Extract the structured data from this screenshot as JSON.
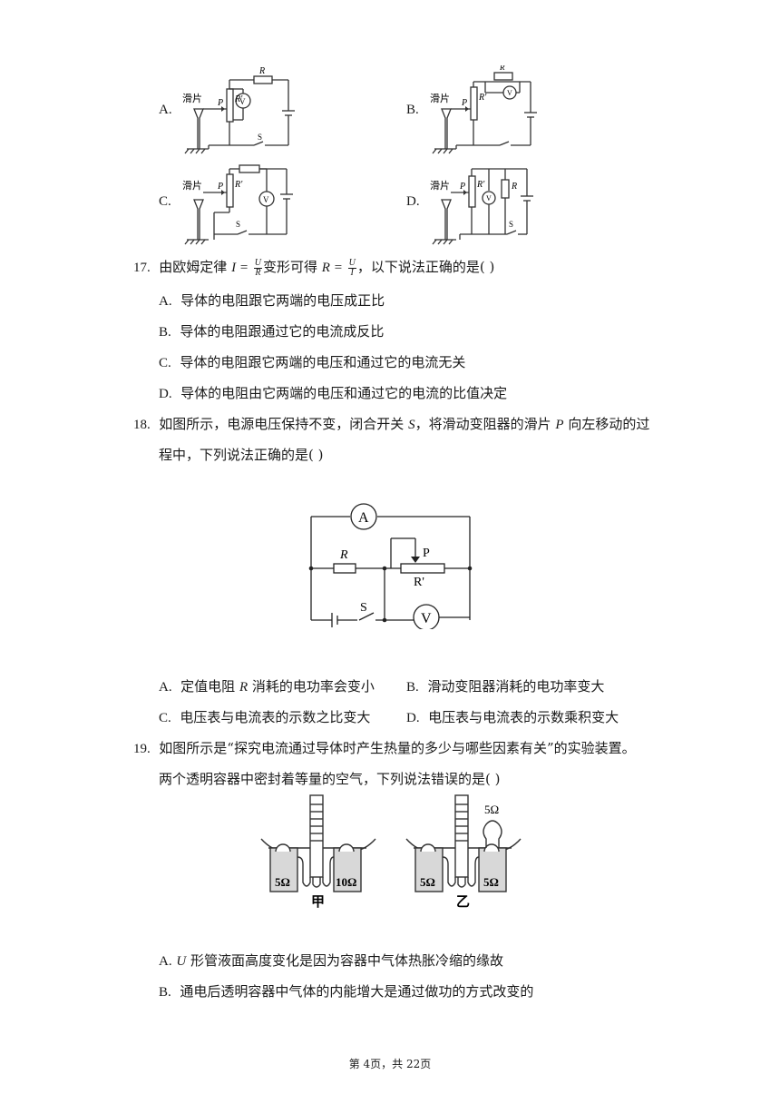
{
  "q16": {
    "options": [
      "A.",
      "B.",
      "C.",
      "D."
    ],
    "label_slider": "滑片",
    "label_p": "P",
    "label_rprime": "R'",
    "label_r": "R",
    "label_v": "V",
    "label_s": "S"
  },
  "q17": {
    "number": "17.",
    "stem_prefix": "由欧姆定律",
    "eq1_lhs": "I =",
    "eq1_num": "U",
    "eq1_den": "R",
    "stem_mid": "变形可得",
    "eq2_lhs": "R =",
    "eq2_num": "U",
    "eq2_den": "I",
    "stem_suffix": "，以下说法正确的是(    )",
    "options": [
      {
        "letter": "A.",
        "text": "导体的电阻跟它两端的电压成正比"
      },
      {
        "letter": "B.",
        "text": "导体的电阻跟通过它的电流成反比"
      },
      {
        "letter": "C.",
        "text": "导体的电阻跟它两端的电压和通过它的电流无关"
      },
      {
        "letter": "D.",
        "text": "导体的电阻由它两端的电压和通过它的电流的比值决定"
      }
    ]
  },
  "q18": {
    "number": "18.",
    "line1_a": "如图所示，电源电压保持不变，闭合开关",
    "line1_s": "S",
    "line1_b": "，将滑动变阻器的滑片",
    "line1_p": "P",
    "line1_c": "向左移动的过",
    "line2": "程中，下列说法正确的是(    )",
    "diagram": {
      "ammeter": "A",
      "voltmeter": "V",
      "resistor": "R",
      "rheostat": "R'",
      "slider": "P",
      "switch": "S"
    },
    "options": [
      {
        "letter": "A.",
        "text_a": "定值电阻",
        "var": "R",
        "text_b": "消耗的电功率会变小"
      },
      {
        "letter": "B.",
        "text_a": "滑动变阻器消耗的电功率变大",
        "var": "",
        "text_b": ""
      },
      {
        "letter": "C.",
        "text_a": "电压表与电流表的示数之比变大",
        "var": "",
        "text_b": ""
      },
      {
        "letter": "D.",
        "text_a": "电压表与电流表的示数乘积变大",
        "var": "",
        "text_b": ""
      }
    ]
  },
  "q19": {
    "number": "19.",
    "line1": "如图所示是“探究电流通过导体时产生热量的多少与哪些因素有关”的实验装置。",
    "line2": "两个透明容器中密封着等量的空气，下列说法错误的是(    )",
    "diagram": {
      "jia_left": "5Ω",
      "jia_right": "10Ω",
      "jia_caption": "甲",
      "yi_left": "5Ω",
      "yi_right": "5Ω",
      "yi_top": "5Ω",
      "yi_caption": "乙"
    },
    "options": [
      {
        "letter": "A.",
        "var": "U",
        "text": "形管液面高度变化是因为容器中气体热胀冷缩的缘故"
      },
      {
        "letter": "B.",
        "var": "",
        "text": "通电后透明容器中气体的内能增大是通过做功的方式改变的"
      }
    ]
  },
  "footer": "第 4页，共 22页"
}
